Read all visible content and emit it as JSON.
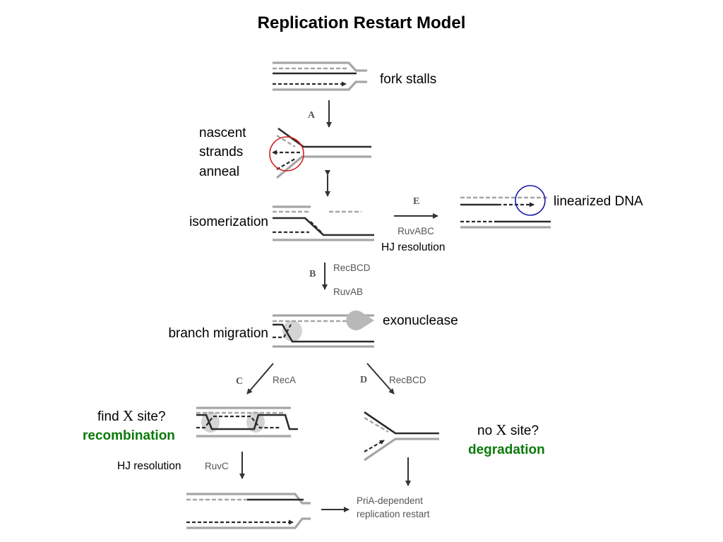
{
  "title": "Replication Restart Model",
  "labels": {
    "fork_stalls": "fork stalls",
    "nascent": [
      "nascent",
      "strands",
      "anneal"
    ],
    "isomerization": "isomerization",
    "linearized": "linearized DNA",
    "hj_resolution_top": "HJ resolution",
    "exonuclease": "exonuclease",
    "branch_migration": "branch migration",
    "find_prefix": "find ",
    "find_suffix": " site?",
    "recombination": "recombination",
    "hj_resolution_bottom": "HJ resolution",
    "no_prefix": "no ",
    "no_suffix": " site?",
    "degradation": "degradation",
    "chi": "X"
  },
  "steps": {
    "A": "A",
    "B": "B",
    "C": "C",
    "D": "D",
    "E": "E"
  },
  "enzymes": {
    "ruvabc": "RuvABC",
    "recbcd_b": "RecBCD",
    "ruvab": "RuvAB",
    "reca": "RecA",
    "recbcd_d": "RecBCD",
    "ruvc": "RuvC"
  },
  "restart": [
    "PriA-dependent",
    "replication restart"
  ],
  "colors": {
    "red_circle": "#d42020",
    "blue_circle": "#1a1aa8",
    "green_text": "#0a7a0a",
    "strand_gray": "#a6a6a6",
    "strand_black": "#2b2b2b",
    "exonuclease_gray": "#b8b8b8"
  }
}
